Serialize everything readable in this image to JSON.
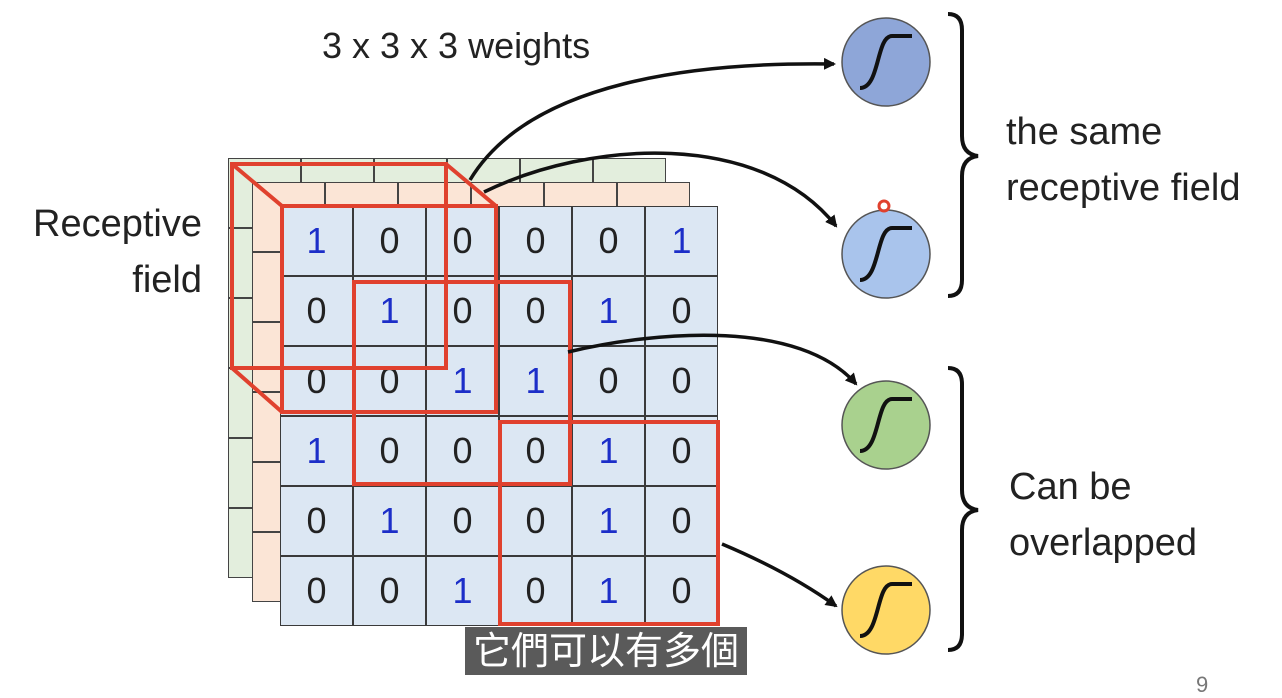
{
  "labels": {
    "weights": "3 x 3 x 3 weights",
    "receptive_field": "Receptive\nfield",
    "same_field": "the same\nreceptive field",
    "overlapped": "Can be\noverlapped"
  },
  "subtitle": "它們可以有多個",
  "page_number": "9",
  "grid": [
    [
      "1",
      "0",
      "0",
      "0",
      "0",
      "1"
    ],
    [
      "0",
      "1",
      "0",
      "0",
      "1",
      "0"
    ],
    [
      "0",
      "0",
      "1",
      "1",
      "0",
      "0"
    ],
    [
      "1",
      "0",
      "0",
      "0",
      "1",
      "0"
    ],
    [
      "0",
      "1",
      "0",
      "0",
      "1",
      "0"
    ],
    [
      "0",
      "0",
      "1",
      "0",
      "1",
      "0"
    ]
  ],
  "neurons": [
    {
      "name": "neuron-blue-dark",
      "color": "#8ea6d8"
    },
    {
      "name": "neuron-blue-light",
      "color": "#a9c4ec"
    },
    {
      "name": "neuron-green",
      "color": "#a9d18e"
    },
    {
      "name": "neuron-yellow",
      "color": "#ffd966"
    }
  ],
  "colors": {
    "highlight": "#e0412e",
    "grid_front": "#dce7f3",
    "grid_middle": "#fbe5d6",
    "grid_back": "#e3eedd",
    "digit_one": "#1c2ec8"
  }
}
